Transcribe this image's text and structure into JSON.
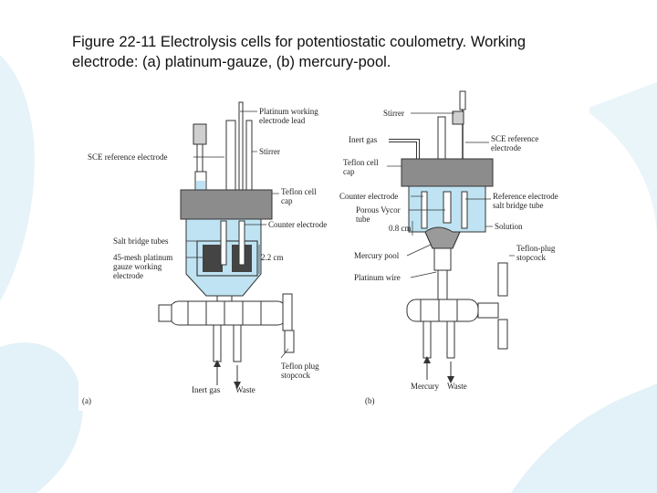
{
  "caption": {
    "line1": "Figure 22-11   Electrolysis cells for potentiostatic coulometry. Working",
    "line2": "electrode: (a) platinum-gauze, (b) mercury-pool."
  },
  "figure_a": {
    "panel_label": "(a)",
    "labels": {
      "pt_lead_1": "Platinum working",
      "pt_lead_2": "electrode lead",
      "sce": "SCE reference electrode",
      "stirrer": "Stirrer",
      "teflon_cap_1": "Teflon cell",
      "teflon_cap_2": "cap",
      "counter": "Counter electrode",
      "salt_bridge": "Salt bridge tubes",
      "gauze_1": "45-mesh platinum",
      "gauze_2": "gauze working",
      "gauze_3": "electrode",
      "dimension": "2.2 cm",
      "stopcock_1": "Teflon plug",
      "stopcock_2": "stopcock",
      "inert_gas": "Inert gas",
      "waste": "Waste"
    }
  },
  "figure_b": {
    "panel_label": "(b)",
    "labels": {
      "stirrer": "Stirrer",
      "inert_gas": "Inert gas",
      "sce_1": "SCE reference",
      "sce_2": "electrode",
      "teflon_cap_1": "Teflon cell",
      "teflon_cap_2": "cap",
      "counter": "Counter electrode",
      "vycor_1": "Porous Vycor",
      "vycor_2": "tube",
      "dimension": "0.8 cm",
      "ref_salt_1": "Reference electrode",
      "ref_salt_2": "salt bridge tube",
      "solution": "Solution",
      "mercury_pool": "Mercury pool",
      "platinum_wire": "Platinum wire",
      "stopcock_1": "Teflon-plug",
      "stopcock_2": "stopcock",
      "mercury": "Mercury",
      "waste": "Waste"
    }
  },
  "colors": {
    "solution": "#bfe3f2",
    "cap": "#8c8c8c",
    "background_swirl": "#e3f1f8"
  }
}
